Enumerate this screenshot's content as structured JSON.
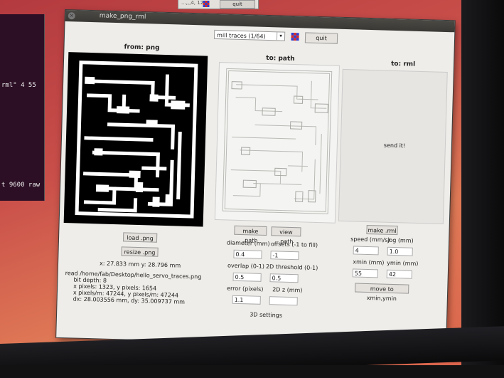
{
  "terminal": {
    "line1": "rml\" 4 55",
    "line2": "t 9600 raw"
  },
  "top_window": {
    "text": "...,,,4, 12",
    "quit_label": "quit"
  },
  "window": {
    "title": "make_png_rml",
    "close_glyph": "×"
  },
  "toolbar": {
    "mode_value": "mill traces (1/64)",
    "quit_label": "quit"
  },
  "columns": {
    "from": "from: png",
    "path": "to: path",
    "rml": "to: rml"
  },
  "from_png": {
    "load_label": "load .png",
    "resize_label": "resize .png",
    "coords": "x: 27.833 mm  y: 28.796 mm",
    "info": [
      "read /home/fab/Desktop/hello_servo_traces.png",
      "bit depth: 8",
      "x pixels: 1323, y pixels: 1654",
      "x pixels/m: 47244, y pixels/m: 47244",
      "dx: 28.003556 mm, dy: 35.009737 mm"
    ]
  },
  "to_path": {
    "make_label": "make .path",
    "view_label": "view .path",
    "diameter_label": "diameter (mm)",
    "diameter_value": "0.4",
    "offsets_label": "offsets (-1 to fill)",
    "offsets_value": "-1",
    "overlap_label": "overlap (0-1)",
    "overlap_value": "0.5",
    "threshold_label": "2D threshold (0-1)",
    "threshold_value": "0.5",
    "error_label": "error (pixels)",
    "error_value": "1.1",
    "z_label": "2D z (mm)",
    "z_value": "",
    "settings_3d_label": "3D settings"
  },
  "to_rml": {
    "send_label": "send it!",
    "make_label": "make .rml",
    "speed_label": "speed (mm/s)",
    "speed_value": "4",
    "jog_label": "jog (mm)",
    "jog_value": "1.0",
    "xmin_label": "xmin (mm)",
    "xmin_value": "55",
    "ymin_label": "ymin (mm)",
    "ymin_value": "42",
    "move_label": "move to xmin,ymin"
  },
  "colors": {
    "desktop": "#c94f4a",
    "window_bg": "#efede9",
    "titlebar": "#3a3935",
    "board": "#000000",
    "trace": "#ffffff",
    "grid_blue": "#2a3fd6",
    "grid_red": "#d62a2a"
  }
}
